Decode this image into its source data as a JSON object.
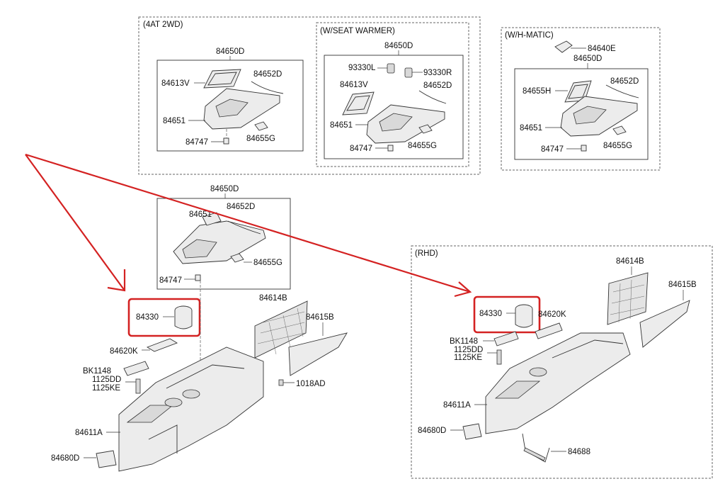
{
  "groups": {
    "g_4at": {
      "title": "(4AT 2WD)"
    },
    "g_seat": {
      "title": "(W/SEAT WARMER)"
    },
    "g_hmatic": {
      "title": "(W/H-MATIC)"
    },
    "g_rhd": {
      "title": "(RHD)"
    }
  },
  "labels": {
    "a_84650D": "84650D",
    "a_84613V": "84613V",
    "a_84652D": "84652D",
    "a_84651": "84651",
    "a_84747": "84747",
    "a_84655G": "84655G",
    "b_84650D": "84650D",
    "b_93330L": "93330L",
    "b_93330R": "93330R",
    "b_84613V": "84613V",
    "b_84652D": "84652D",
    "b_84651": "84651",
    "b_84747": "84747",
    "b_84655G": "84655G",
    "c_84640E": "84640E",
    "c_84650D": "84650D",
    "c_84655H": "84655H",
    "c_84652D": "84652D",
    "c_84651": "84651",
    "c_84747": "84747",
    "c_84655G": "84655G",
    "d_84650D": "84650D",
    "d_84651": "84651",
    "d_84652D": "84652D",
    "d_84655G": "84655G",
    "d_84747": "84747",
    "e_84330": "84330",
    "e_84614B": "84614B",
    "e_84615B": "84615B",
    "e_84620K": "84620K",
    "e_BK1148": "BK1148",
    "e_1125DD": "1125DD",
    "e_1125KE": "1125KE",
    "e_1018AD": "1018AD",
    "e_84611A": "84611A",
    "e_84680D": "84680D",
    "f_84614B": "84614B",
    "f_84615B": "84615B",
    "f_84330": "84330",
    "f_84620K": "84620K",
    "f_BK1148": "BK1148",
    "f_1125DD": "1125DD",
    "f_1125KE": "1125KE",
    "f_84611A": "84611A",
    "f_84680D": "84680D",
    "f_84688": "84688"
  }
}
